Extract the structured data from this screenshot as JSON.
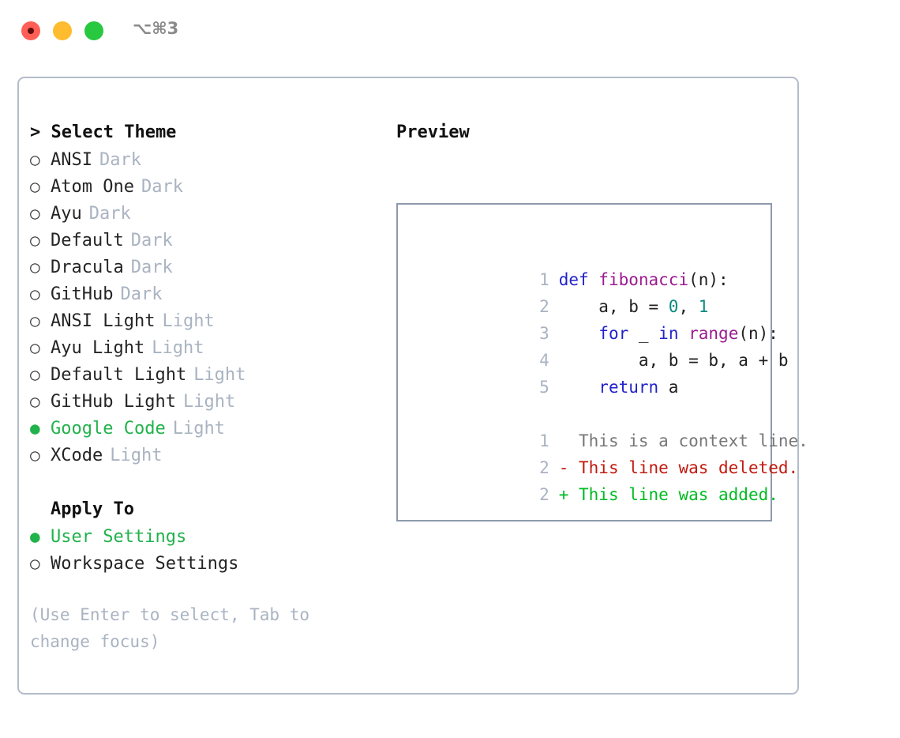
{
  "titlebar": {
    "shortcut": "⌥⌘3",
    "buttons": {
      "close": "close",
      "minimize": "minimize",
      "maximize": "maximize"
    }
  },
  "theme_picker": {
    "header_prompt": "> Select Theme",
    "bullet_empty": "○",
    "bullet_filled": "●",
    "items": [
      {
        "name": "ANSI",
        "variant": "Dark",
        "selected": false
      },
      {
        "name": "Atom One",
        "variant": "Dark",
        "selected": false
      },
      {
        "name": "Ayu",
        "variant": "Dark",
        "selected": false
      },
      {
        "name": "Default",
        "variant": "Dark",
        "selected": false
      },
      {
        "name": "Dracula",
        "variant": "Dark",
        "selected": false
      },
      {
        "name": "GitHub",
        "variant": "Dark",
        "selected": false
      },
      {
        "name": "ANSI Light",
        "variant": "Light",
        "selected": false
      },
      {
        "name": "Ayu Light",
        "variant": "Light",
        "selected": false
      },
      {
        "name": "Default Light",
        "variant": "Light",
        "selected": false
      },
      {
        "name": "GitHub Light",
        "variant": "Light",
        "selected": false
      },
      {
        "name": "Google Code",
        "variant": "Light",
        "selected": true
      },
      {
        "name": "XCode",
        "variant": "Light",
        "selected": false
      }
    ]
  },
  "apply_to": {
    "heading": "Apply To",
    "options": [
      {
        "label": "User Settings",
        "selected": true
      },
      {
        "label": "Workspace Settings",
        "selected": false
      }
    ]
  },
  "hint": "(Use Enter to select, Tab to change focus)",
  "preview": {
    "title": "Preview",
    "code_lines": [
      {
        "n": "1",
        "tokens": [
          {
            "t": "def ",
            "c": "kw"
          },
          {
            "t": "fibonacci",
            "c": "fn"
          },
          {
            "t": "(n):",
            "c": "plain"
          }
        ]
      },
      {
        "n": "2",
        "tokens": [
          {
            "t": "    a, b = ",
            "c": "plain"
          },
          {
            "t": "0",
            "c": "num"
          },
          {
            "t": ", ",
            "c": "plain"
          },
          {
            "t": "1",
            "c": "num"
          }
        ]
      },
      {
        "n": "3",
        "tokens": [
          {
            "t": "    ",
            "c": "plain"
          },
          {
            "t": "for",
            "c": "kw"
          },
          {
            "t": " _ ",
            "c": "plain"
          },
          {
            "t": "in",
            "c": "kw"
          },
          {
            "t": " ",
            "c": "plain"
          },
          {
            "t": "range",
            "c": "fn"
          },
          {
            "t": "(n):",
            "c": "plain"
          }
        ]
      },
      {
        "n": "4",
        "tokens": [
          {
            "t": "        a, b = b, a + b",
            "c": "plain"
          }
        ]
      },
      {
        "n": "5",
        "tokens": [
          {
            "t": "    ",
            "c": "plain"
          },
          {
            "t": "return",
            "c": "kw"
          },
          {
            "t": " a",
            "c": "plain"
          }
        ]
      }
    ],
    "diff_lines": [
      {
        "n": "1",
        "marker": "  ",
        "text": "This is a context line.",
        "kind": "diff-context"
      },
      {
        "n": "2",
        "marker": "- ",
        "text": "This line was deleted.",
        "kind": "diff-del"
      },
      {
        "n": "2",
        "marker": "+ ",
        "text": "This line was added.",
        "kind": "diff-add"
      }
    ]
  },
  "colors": {
    "accent_green": "#22b24c",
    "muted": "#a9b3c1",
    "keyword": "#2222cc",
    "function": "#9b1b8f",
    "number": "#0b8a7f",
    "diff_added": "#00bb22",
    "diff_deleted": "#c21a0f",
    "border": "#b3bcc9",
    "preview_border": "#8e9aab"
  }
}
